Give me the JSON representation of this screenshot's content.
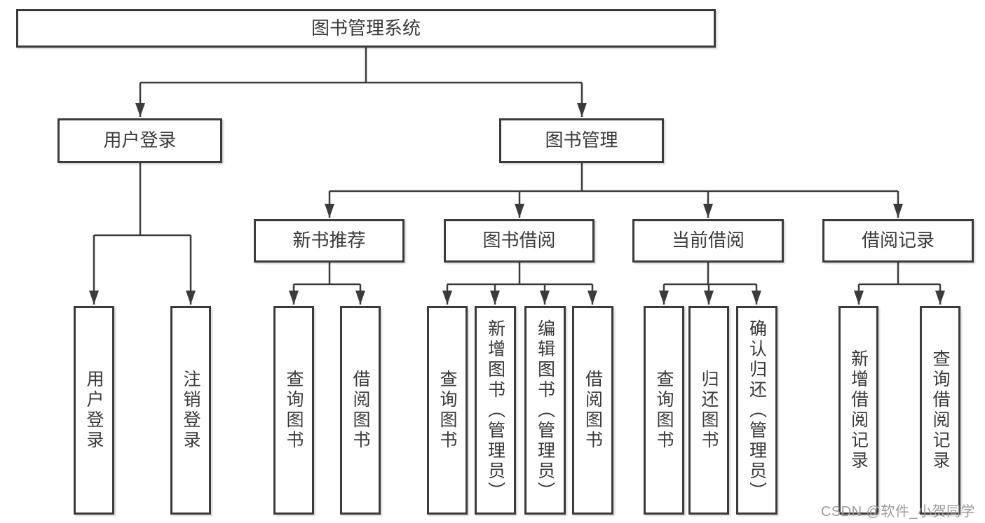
{
  "diagram_title": "图书管理系统",
  "tree": {
    "root": {
      "label": "图书管理系统"
    },
    "children": [
      {
        "label": "用户登录",
        "children": [
          {
            "label": "用户登录"
          },
          {
            "label": "注销登录"
          }
        ]
      },
      {
        "label": "图书管理",
        "children": [
          {
            "label": "新书推荐",
            "children": [
              {
                "label": "查询图书"
              },
              {
                "label": "借阅图书"
              }
            ]
          },
          {
            "label": "图书借阅",
            "children": [
              {
                "label": "查询图书"
              },
              {
                "label": "新增图书（管理员）"
              },
              {
                "label": "编辑图书（管理员）"
              },
              {
                "label": "借阅图书"
              }
            ]
          },
          {
            "label": "当前借阅",
            "children": [
              {
                "label": "查询图书"
              },
              {
                "label": "归还图书"
              },
              {
                "label": "确认归还（管理员）"
              }
            ]
          },
          {
            "label": "借阅记录",
            "children": [
              {
                "label": "新增借阅记录"
              },
              {
                "label": "查询借阅记录"
              }
            ]
          }
        ]
      }
    ]
  },
  "watermark": {
    "text": "CSDN @软件_小贺同学"
  },
  "colors": {
    "line": "#3b3b3b",
    "box_border": "#3b3b3b",
    "box_fill": "#ffffff",
    "text": "#3a3a3a",
    "watermark": "#9b9b9b",
    "background": "#ffffff"
  }
}
